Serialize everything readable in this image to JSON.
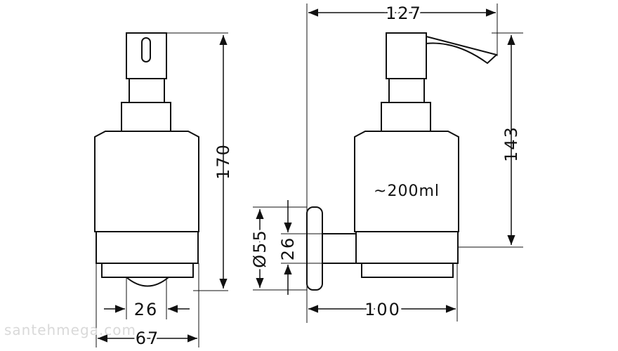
{
  "dimensions": {
    "total_height": "170",
    "front_neck_width": "26",
    "front_total_width": "67",
    "projection_with_spout": "127",
    "height_to_bracket": "143",
    "wall_to_center": "100",
    "rosette_diameter": "Ø55",
    "bracket_height": "26"
  },
  "capacity": "~200ml",
  "watermark": "santehmega.com"
}
